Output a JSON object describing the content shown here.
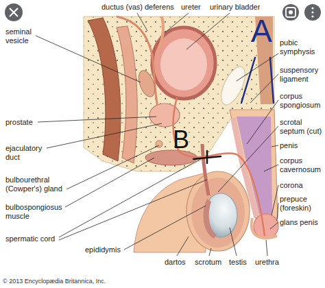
{
  "diagram": {
    "labels": [
      "ductus (vas) deferens",
      "ureter",
      "urinary bladder",
      "seminal vesicle",
      "A",
      "pubic symphysis",
      "suspensory ligament",
      "corpus spongiosum",
      "prostate",
      "scrotal septum (cut)",
      "B",
      "penis",
      "ejaculatory duct",
      "corpus cavernosum",
      "bulbourethral (Cowper's) gland",
      "corona",
      "prepuce (foreskin)",
      "bulbospongiosus muscle",
      "glans penis",
      "spermatic cord",
      "epididymis",
      "testis",
      "dartos",
      "scrotum",
      "urethra",
      "© 2013 Encyclopædia Britannica, Inc."
    ]
  }
}
